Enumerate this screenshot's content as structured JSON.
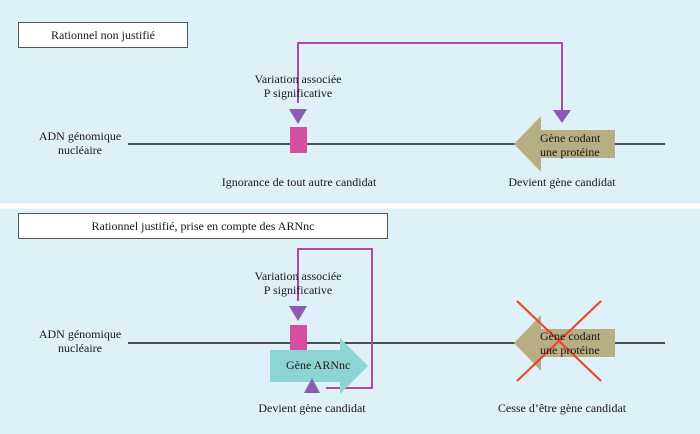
{
  "colors": {
    "background": "#dff1f8",
    "connector": "#b3479e",
    "marker_triangle": "#8a5bb0",
    "variant_square": "#d54fa1",
    "protein_gene": "#b8ae84",
    "ncrna_gene": "#8dd4d4",
    "cross": "#e8472c"
  },
  "panels": [
    {
      "heading": "Rationnel non justifié",
      "dna_label": [
        "ADN génomique",
        "nucléaire"
      ],
      "variant_label": [
        "Variation associée",
        "P significative"
      ],
      "under_variant": "Ignorance de tout autre candidat",
      "gene_label": [
        "Gène codant",
        "une protéine"
      ],
      "under_gene": "Devient gène candidat"
    },
    {
      "heading": "Rationnel justifié, prise en compte des ARNnc",
      "dna_label": [
        "ADN génomique",
        "nucléaire"
      ],
      "variant_label": [
        "Variation associée",
        "P significative"
      ],
      "ncrna_label": "Gène ARNnc",
      "under_variant": "Devient gène candidat",
      "gene_label": [
        "Gène codant",
        "une protéine"
      ],
      "under_gene": "Cesse d’être gène candidat"
    }
  ]
}
